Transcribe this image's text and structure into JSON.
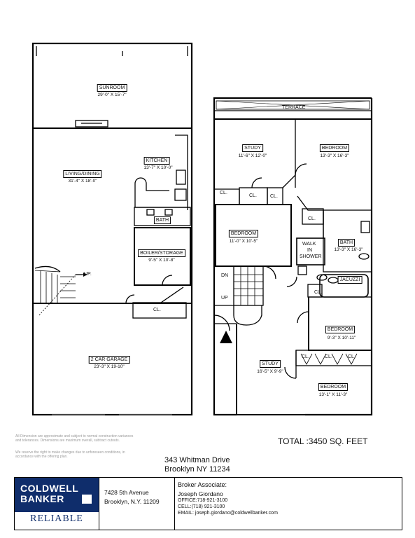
{
  "rooms": {
    "sunroom": {
      "name": "SUNROOM",
      "dim": "29'-0\" X 15'-7\""
    },
    "living": {
      "name": "LIVING/DINING",
      "dim": "31'-4\" X 18'-0\""
    },
    "kitchen": {
      "name": "KITCHEN",
      "dim": "13'-7\" X 10'-0\""
    },
    "bath1": {
      "name": "BATH"
    },
    "boiler": {
      "name": "BOILER/STORAGE",
      "dim": "9'-5\" X 10'-8\""
    },
    "cl_first": {
      "name": "CL."
    },
    "garage": {
      "name": "2 CAR GARAGE",
      "dim": "23'-3\" X 19-10\""
    },
    "up_first": {
      "name": "UP."
    },
    "terrace": {
      "name": "TERRACE"
    },
    "study1": {
      "name": "STUDY",
      "dim": "11'-6\" X 12'-0\""
    },
    "bedroom1": {
      "name": "BEDROOM",
      "dim": "13'-3\" X 16'-3\""
    },
    "bedroom2": {
      "name": "BEDROOM",
      "dim": "11'-0\" X 10'-5\""
    },
    "walkin": {
      "line1": "WALK",
      "line2": "IN",
      "line3": "SHOWER"
    },
    "bath2": {
      "name": "BATH",
      "dim": "13'-3\" X 16'-3\""
    },
    "jacuzzi": {
      "name": "JACUZZI"
    },
    "bedroom3": {
      "name": "BEDROOM",
      "dim": "9'-3\" X 10'-11\""
    },
    "study2": {
      "name": "STUDY",
      "dim": "16'-5\" X 9'-9\""
    },
    "bedroom4": {
      "name": "BEDROOM",
      "dim": "13'-1\" X 11'-3\""
    },
    "closet": "CL.",
    "dn": "DN",
    "up": "UP"
  },
  "disclaimer": {
    "p1": "All Dimension are approximate and subject to normal construction variances and tolerances. Dimensions are maximum overall, subtract cutouts.",
    "p2": "We reserve the right to make changes due to unforeseen conditions, in accordance with the offering plan."
  },
  "total": "TOTAL :3450 SQ. FEET",
  "address": {
    "line1": "343 Whitman Drive",
    "line2": "Brooklyn NY 11234"
  },
  "footer": {
    "logo_line1": "COLDWELL",
    "logo_line2": "BANKER",
    "logo_bottom": "RELIABLE",
    "office_street": "7428 5th Avenue",
    "office_city": "Brooklyn, N.Y. 11209",
    "broker_heading": "Broker Associate:",
    "agent_name": "Joseph Giordano",
    "office_phone": "OFFICE:718-921-3100",
    "cell_phone": "CELL:(718) 921-3100",
    "email": "EMAIL: joseph.giordano@coldwellbanker.com"
  }
}
